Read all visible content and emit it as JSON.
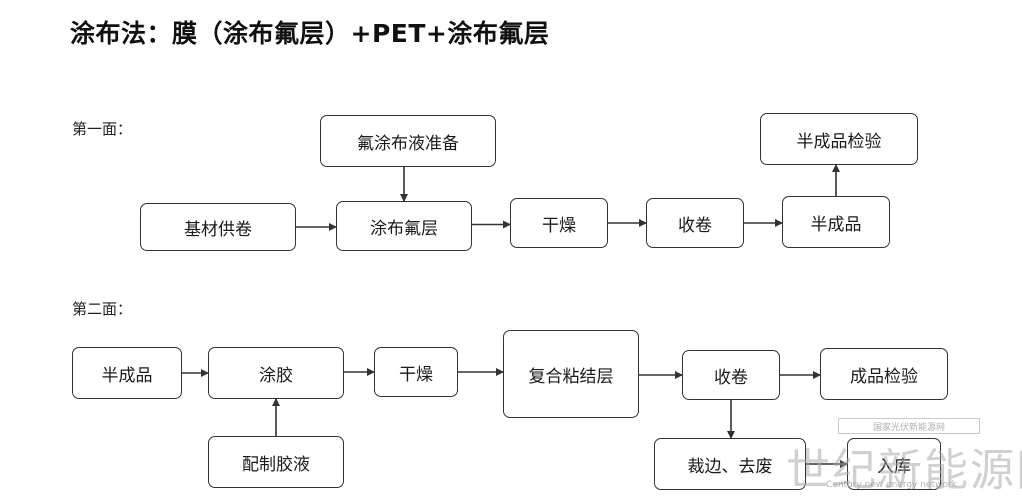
{
  "title": "涂布法：膜（涂布氟层）+PET+涂布氟层",
  "sections": {
    "face1": "第一面：",
    "face2": "第二面："
  },
  "nodes": {
    "n_fluoro_prep": "氟涂布液准备",
    "n_semi_inspect": "半成品检验",
    "n_substrate": "基材供卷",
    "n_coat_fluoro": "涂布氟层",
    "n_dry1": "干燥",
    "n_wind1": "收卷",
    "n_semi1": "半成品",
    "n_semi2": "半成品",
    "n_glue": "涂胶",
    "n_dry2": "干燥",
    "n_composite": "复合粘结层",
    "n_wind2": "收卷",
    "n_final_inspect": "成品检验",
    "n_prep_glue": "配制胶液",
    "n_trim": "裁边、去废",
    "n_last": "入库"
  },
  "edges": [
    [
      "n_fluoro_prep",
      "n_coat_fluoro"
    ],
    [
      "n_substrate",
      "n_coat_fluoro"
    ],
    [
      "n_coat_fluoro",
      "n_dry1"
    ],
    [
      "n_dry1",
      "n_wind1"
    ],
    [
      "n_wind1",
      "n_semi1"
    ],
    [
      "n_semi1",
      "n_semi_inspect"
    ],
    [
      "n_semi2",
      "n_glue"
    ],
    [
      "n_prep_glue",
      "n_glue"
    ],
    [
      "n_glue",
      "n_dry2"
    ],
    [
      "n_dry2",
      "n_composite"
    ],
    [
      "n_composite",
      "n_wind2"
    ],
    [
      "n_wind2",
      "n_final_inspect"
    ],
    [
      "n_wind2",
      "n_trim"
    ],
    [
      "n_trim",
      "n_last"
    ]
  ],
  "watermark": {
    "banner": "国家光伏新能源网",
    "big": "世纪新能源网",
    "small": "Century new energy network"
  },
  "colors": {
    "stroke": "#333333",
    "text": "#1a1a1a",
    "watermark": "#aaaaaa"
  }
}
